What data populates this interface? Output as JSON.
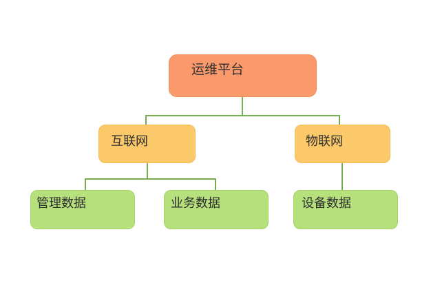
{
  "diagram": {
    "type": "tree-flowchart",
    "background": "#ffffff",
    "connector_color": "#74ac4e",
    "text_color": "#2e2e2e",
    "nodes": {
      "root": {
        "label": "运维平台",
        "level": 1,
        "fill": "#fa9a6c"
      },
      "internet": {
        "label": "互联网",
        "level": 2,
        "fill": "#fbc969"
      },
      "iot": {
        "label": "物联网",
        "level": 2,
        "fill": "#fbc969"
      },
      "management": {
        "label": "管理数据",
        "level": 3,
        "fill": "#b5e07c"
      },
      "business": {
        "label": "业务数据",
        "level": 3,
        "fill": "#b5e07c"
      },
      "device": {
        "label": "设备数据",
        "level": 3,
        "fill": "#b5e07c"
      }
    },
    "edges": [
      {
        "from": "运维平台",
        "to": "互联网"
      },
      {
        "from": "运维平台",
        "to": "物联网"
      },
      {
        "from": "互联网",
        "to": "管理数据"
      },
      {
        "from": "互联网",
        "to": "业务数据"
      },
      {
        "from": "物联网",
        "to": "设备数据"
      }
    ]
  }
}
